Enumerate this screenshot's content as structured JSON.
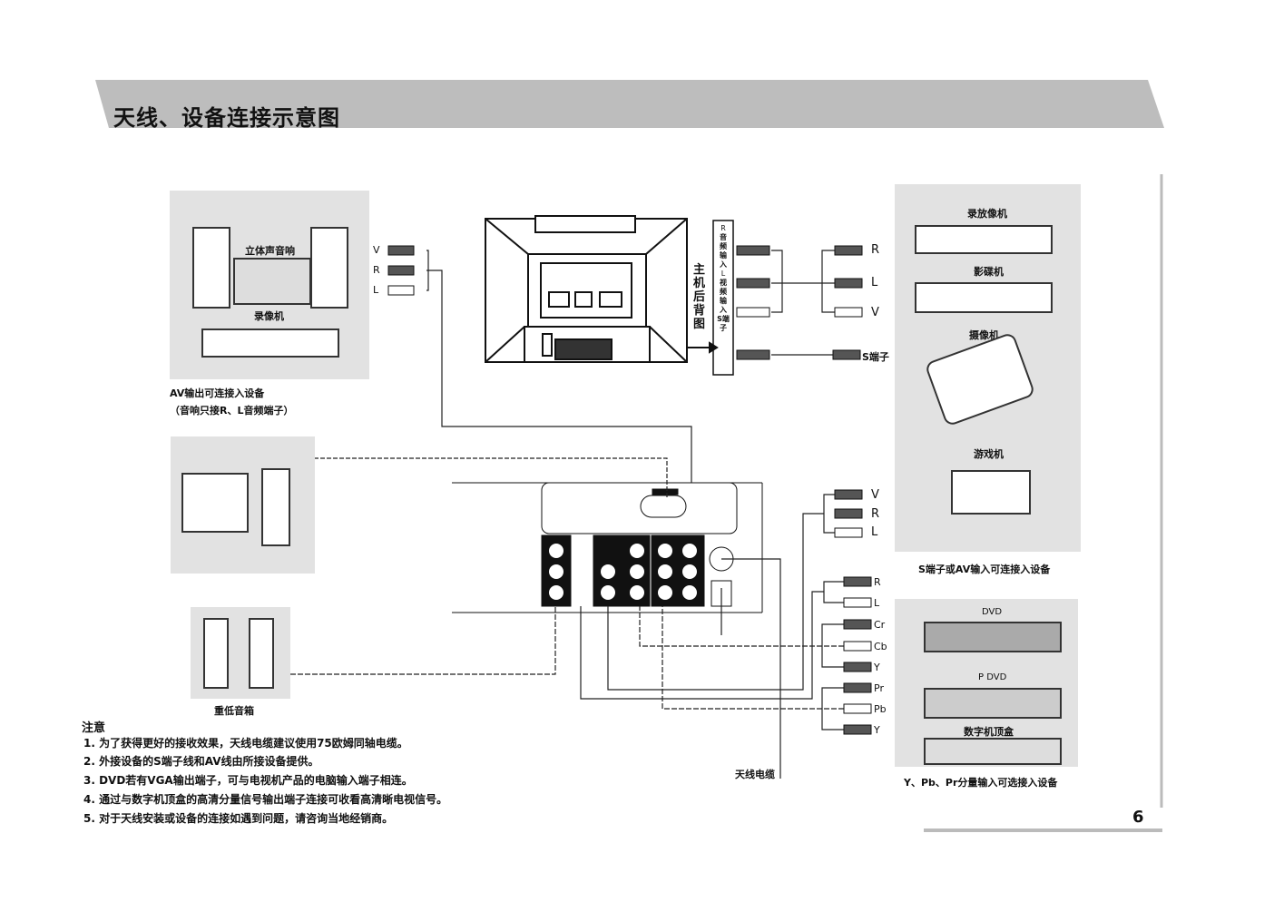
{
  "title": "天线、设备连接示意图",
  "page_number": "6",
  "left_devices": {
    "stereo_label": "立体声音响",
    "vcr_label": "录像机",
    "caption_line1": "AV输出可连接入设备",
    "caption_line2": "（音响只接R、L音频端子）",
    "plug_labels": [
      "V",
      "R",
      "L"
    ]
  },
  "subwoofer_label": "重低音箱",
  "tv": {
    "rear_label": "主机后背图",
    "side_panel_labels": [
      "R",
      "音频输入",
      "L",
      "视频输入",
      "S端子"
    ]
  },
  "top_right_plugs": [
    "R",
    "L",
    "V"
  ],
  "s_terminal_label": "S端子",
  "right_devices": {
    "items": [
      "录放像机",
      "影碟机",
      "摄像机",
      "游戏机"
    ],
    "caption": "S端子或AV输入可连接入设备"
  },
  "mid_right_plugs": [
    "V",
    "R",
    "L"
  ],
  "component_plugs": [
    "R",
    "L",
    "Cr",
    "Cb",
    "Y",
    "Pr",
    "Pb",
    "Y"
  ],
  "component_devices": {
    "items": [
      "DVD",
      "P DVD",
      "数字机顶盒"
    ],
    "caption": "Y、Pb、Pr分量输入可选接入设备"
  },
  "antenna_label": "天线电缆",
  "notes": {
    "heading": "注意",
    "items": [
      "1. 为了获得更好的接收效果，天线电缆建议使用75欧姆同轴电缆。",
      "2. 外接设备的S端子线和AV线由所接设备提供。",
      "3. DVD若有VGA输出端子，可与电视机产品的电脑输入端子相连。",
      "4. 通过与数字机顶盒的高清分量信号输出端子连接可收看高清晰电视信号。",
      "5. 对于天线安装或设备的连接如遇到问题，请咨询当地经销商。"
    ]
  }
}
